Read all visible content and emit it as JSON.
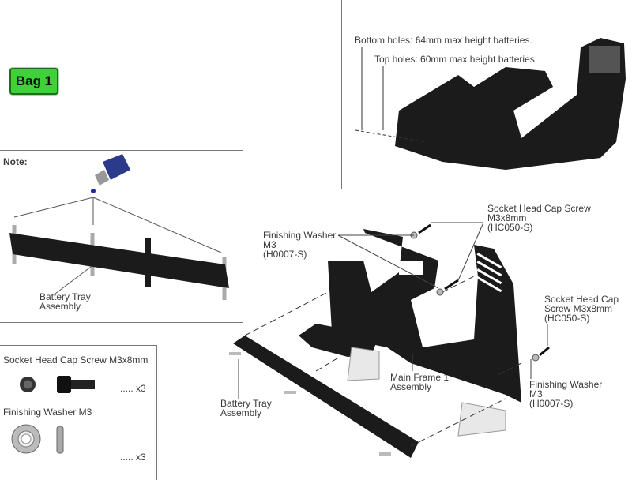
{
  "bag_label": "Bag 1",
  "battery_note": {
    "bottom_holes": "Bottom holes: 64mm max height batteries.",
    "top_holes": "Top holes: 60mm max height batteries."
  },
  "note_box": {
    "title": "Note:",
    "tray_label": "Battery Tray\nAssembly"
  },
  "parts_list": [
    {
      "name": "Socket Head Cap Screw M3x8mm",
      "qty": "..... x3"
    },
    {
      "name": "Finishing Washer M3",
      "qty": "..... x3"
    }
  ],
  "callouts": {
    "washer_left": "Finishing Washer\nM3\n(H0007-S)",
    "screw_top": "Socket Head Cap Screw\nM3x8mm\n(HC050-S)",
    "screw_right": "Socket Head Cap\nScrew M3x8mm\n(HC050-S)",
    "washer_right": "Finishing Washer\nM3\n(H0007-S)",
    "main_frame": "Main Frame 1\nAssembly",
    "battery_tray": "Battery Tray\nAssembly"
  },
  "colors": {
    "bag_green": "#3ed13a",
    "carbon": "#1a1a1a",
    "hole_green": "#3ad13a"
  }
}
